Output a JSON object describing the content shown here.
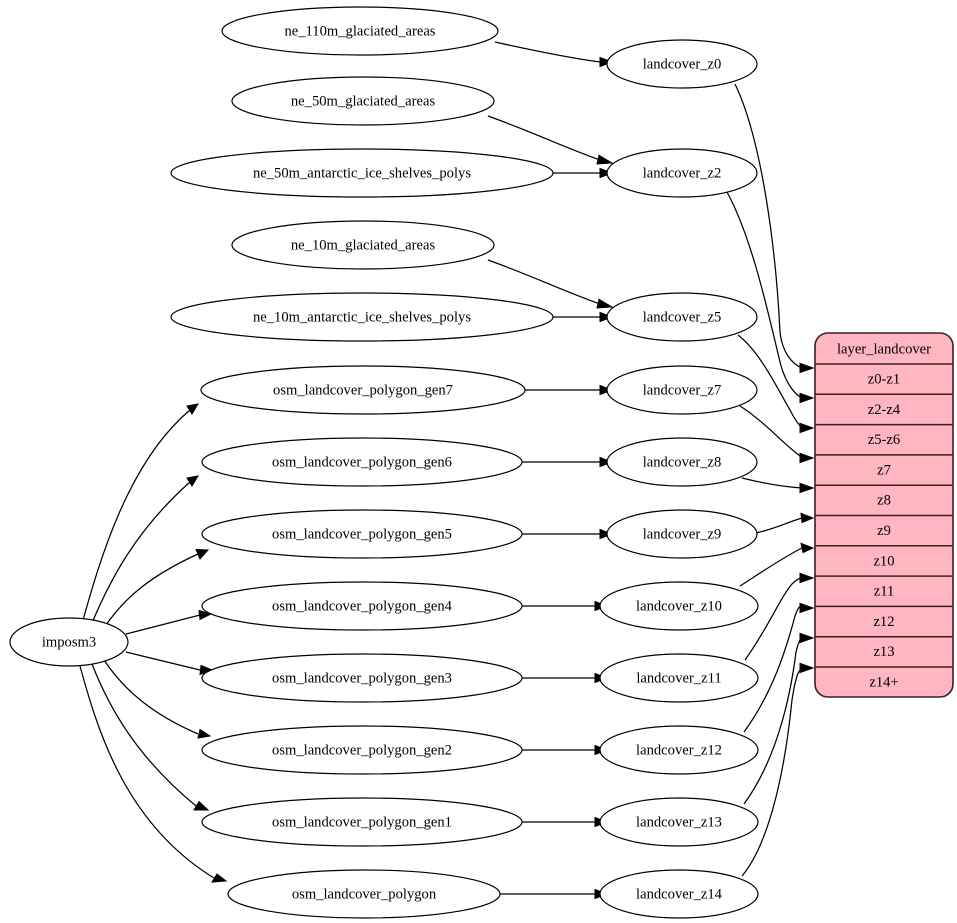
{
  "diagram": {
    "type": "directed-graph",
    "title": "landcover layer data flow",
    "background": "#ffffff",
    "edge_color": "#000000",
    "node_fill": "#ffffff",
    "node_stroke": "#000000"
  },
  "source_node": {
    "id": "imposm3",
    "label": "imposm3",
    "shape": "ellipse"
  },
  "natural_earth_nodes": [
    {
      "id": "ne_110m_glaciated_areas",
      "label": "ne_110m_glaciated_areas",
      "shape": "ellipse"
    },
    {
      "id": "ne_50m_glaciated_areas",
      "label": "ne_50m_glaciated_areas",
      "shape": "ellipse"
    },
    {
      "id": "ne_50m_antarctic_ice_shelves_polys",
      "label": "ne_50m_antarctic_ice_shelves_polys",
      "shape": "ellipse"
    },
    {
      "id": "ne_10m_glaciated_areas",
      "label": "ne_10m_glaciated_areas",
      "shape": "ellipse"
    },
    {
      "id": "ne_10m_antarctic_ice_shelves_polys",
      "label": "ne_10m_antarctic_ice_shelves_polys",
      "shape": "ellipse"
    }
  ],
  "osm_nodes": [
    {
      "id": "osm_landcover_polygon_gen7",
      "label": "osm_landcover_polygon_gen7",
      "shape": "ellipse"
    },
    {
      "id": "osm_landcover_polygon_gen6",
      "label": "osm_landcover_polygon_gen6",
      "shape": "ellipse"
    },
    {
      "id": "osm_landcover_polygon_gen5",
      "label": "osm_landcover_polygon_gen5",
      "shape": "ellipse"
    },
    {
      "id": "osm_landcover_polygon_gen4",
      "label": "osm_landcover_polygon_gen4",
      "shape": "ellipse"
    },
    {
      "id": "osm_landcover_polygon_gen3",
      "label": "osm_landcover_polygon_gen3",
      "shape": "ellipse"
    },
    {
      "id": "osm_landcover_polygon_gen2",
      "label": "osm_landcover_polygon_gen2",
      "shape": "ellipse"
    },
    {
      "id": "osm_landcover_polygon_gen1",
      "label": "osm_landcover_polygon_gen1",
      "shape": "ellipse"
    },
    {
      "id": "osm_landcover_polygon",
      "label": "osm_landcover_polygon",
      "shape": "ellipse"
    }
  ],
  "landcover_nodes": [
    {
      "id": "landcover_z0",
      "label": "landcover_z0",
      "shape": "ellipse"
    },
    {
      "id": "landcover_z2",
      "label": "landcover_z2",
      "shape": "ellipse"
    },
    {
      "id": "landcover_z5",
      "label": "landcover_z5",
      "shape": "ellipse"
    },
    {
      "id": "landcover_z7",
      "label": "landcover_z7",
      "shape": "ellipse"
    },
    {
      "id": "landcover_z8",
      "label": "landcover_z8",
      "shape": "ellipse"
    },
    {
      "id": "landcover_z9",
      "label": "landcover_z9",
      "shape": "ellipse"
    },
    {
      "id": "landcover_z10",
      "label": "landcover_z10",
      "shape": "ellipse"
    },
    {
      "id": "landcover_z11",
      "label": "landcover_z11",
      "shape": "ellipse"
    },
    {
      "id": "landcover_z12",
      "label": "landcover_z12",
      "shape": "ellipse"
    },
    {
      "id": "landcover_z13",
      "label": "landcover_z13",
      "shape": "ellipse"
    },
    {
      "id": "landcover_z14",
      "label": "landcover_z14",
      "shape": "ellipse"
    }
  ],
  "layer_table": {
    "id": "layer_landcover",
    "header": "layer_landcover",
    "fill": "#ffb6c1",
    "border": "#3a2024",
    "rows": [
      {
        "label": "z0-z1"
      },
      {
        "label": "z2-z4"
      },
      {
        "label": "z5-z6"
      },
      {
        "label": "z7"
      },
      {
        "label": "z8"
      },
      {
        "label": "z9"
      },
      {
        "label": "z10"
      },
      {
        "label": "z11"
      },
      {
        "label": "z12"
      },
      {
        "label": "z13"
      },
      {
        "label": "z14+"
      }
    ]
  },
  "edges": [
    {
      "from": "ne_110m_glaciated_areas",
      "to": "landcover_z0"
    },
    {
      "from": "ne_50m_glaciated_areas",
      "to": "landcover_z2"
    },
    {
      "from": "ne_50m_antarctic_ice_shelves_polys",
      "to": "landcover_z2"
    },
    {
      "from": "ne_10m_glaciated_areas",
      "to": "landcover_z5"
    },
    {
      "from": "ne_10m_antarctic_ice_shelves_polys",
      "to": "landcover_z5"
    },
    {
      "from": "imposm3",
      "to": "osm_landcover_polygon_gen7"
    },
    {
      "from": "imposm3",
      "to": "osm_landcover_polygon_gen6"
    },
    {
      "from": "imposm3",
      "to": "osm_landcover_polygon_gen5"
    },
    {
      "from": "imposm3",
      "to": "osm_landcover_polygon_gen4"
    },
    {
      "from": "imposm3",
      "to": "osm_landcover_polygon_gen3"
    },
    {
      "from": "imposm3",
      "to": "osm_landcover_polygon_gen2"
    },
    {
      "from": "imposm3",
      "to": "osm_landcover_polygon_gen1"
    },
    {
      "from": "imposm3",
      "to": "osm_landcover_polygon"
    },
    {
      "from": "osm_landcover_polygon_gen7",
      "to": "landcover_z7"
    },
    {
      "from": "osm_landcover_polygon_gen6",
      "to": "landcover_z8"
    },
    {
      "from": "osm_landcover_polygon_gen5",
      "to": "landcover_z9"
    },
    {
      "from": "osm_landcover_polygon_gen4",
      "to": "landcover_z10"
    },
    {
      "from": "osm_landcover_polygon_gen3",
      "to": "landcover_z11"
    },
    {
      "from": "osm_landcover_polygon_gen2",
      "to": "landcover_z12"
    },
    {
      "from": "osm_landcover_polygon_gen1",
      "to": "landcover_z13"
    },
    {
      "from": "osm_landcover_polygon",
      "to": "landcover_z14"
    },
    {
      "from": "landcover_z0",
      "to": "z0-z1"
    },
    {
      "from": "landcover_z2",
      "to": "z2-z4"
    },
    {
      "from": "landcover_z5",
      "to": "z5-z6"
    },
    {
      "from": "landcover_z7",
      "to": "z7"
    },
    {
      "from": "landcover_z8",
      "to": "z8"
    },
    {
      "from": "landcover_z9",
      "to": "z9"
    },
    {
      "from": "landcover_z10",
      "to": "z10"
    },
    {
      "from": "landcover_z11",
      "to": "z11"
    },
    {
      "from": "landcover_z12",
      "to": "z12"
    },
    {
      "from": "landcover_z13",
      "to": "z13"
    },
    {
      "from": "landcover_z14",
      "to": "z14+"
    }
  ]
}
